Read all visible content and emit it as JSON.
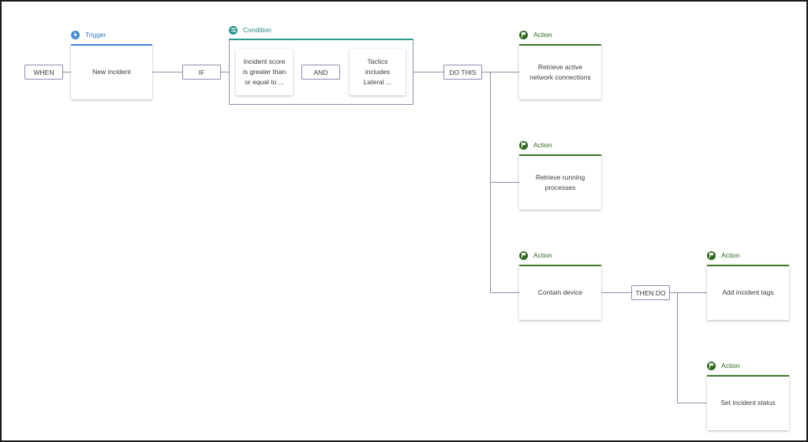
{
  "colors": {
    "trigger": "#3f8ad1",
    "condition": "#2c9a8b",
    "action": "#3f7a2a",
    "connector": "#8b8fae"
  },
  "connectors": {
    "when": "WHEN",
    "if": "IF",
    "and": "AND",
    "do_this": "DO THIS",
    "then_do": "THEN DO"
  },
  "trigger": {
    "header": "Trigger",
    "icon": "lightning-icon",
    "title": "New incident"
  },
  "condition": {
    "header": "Condition",
    "icon": "filter-icon",
    "items": [
      {
        "text": "Incident score is greater than or equal to ..."
      },
      {
        "text": "Tactics includes Lateral ..."
      }
    ]
  },
  "actions": [
    {
      "header": "Action",
      "icon": "flag-icon",
      "title": "Retrieve active network connections"
    },
    {
      "header": "Action",
      "icon": "flag-icon",
      "title": "Retrieve running processes"
    },
    {
      "header": "Action",
      "icon": "flag-icon",
      "title": "Contain device"
    },
    {
      "header": "Action",
      "icon": "flag-icon",
      "title": "Add incident tags"
    },
    {
      "header": "Action",
      "icon": "flag-icon",
      "title": "Set incident status"
    }
  ]
}
